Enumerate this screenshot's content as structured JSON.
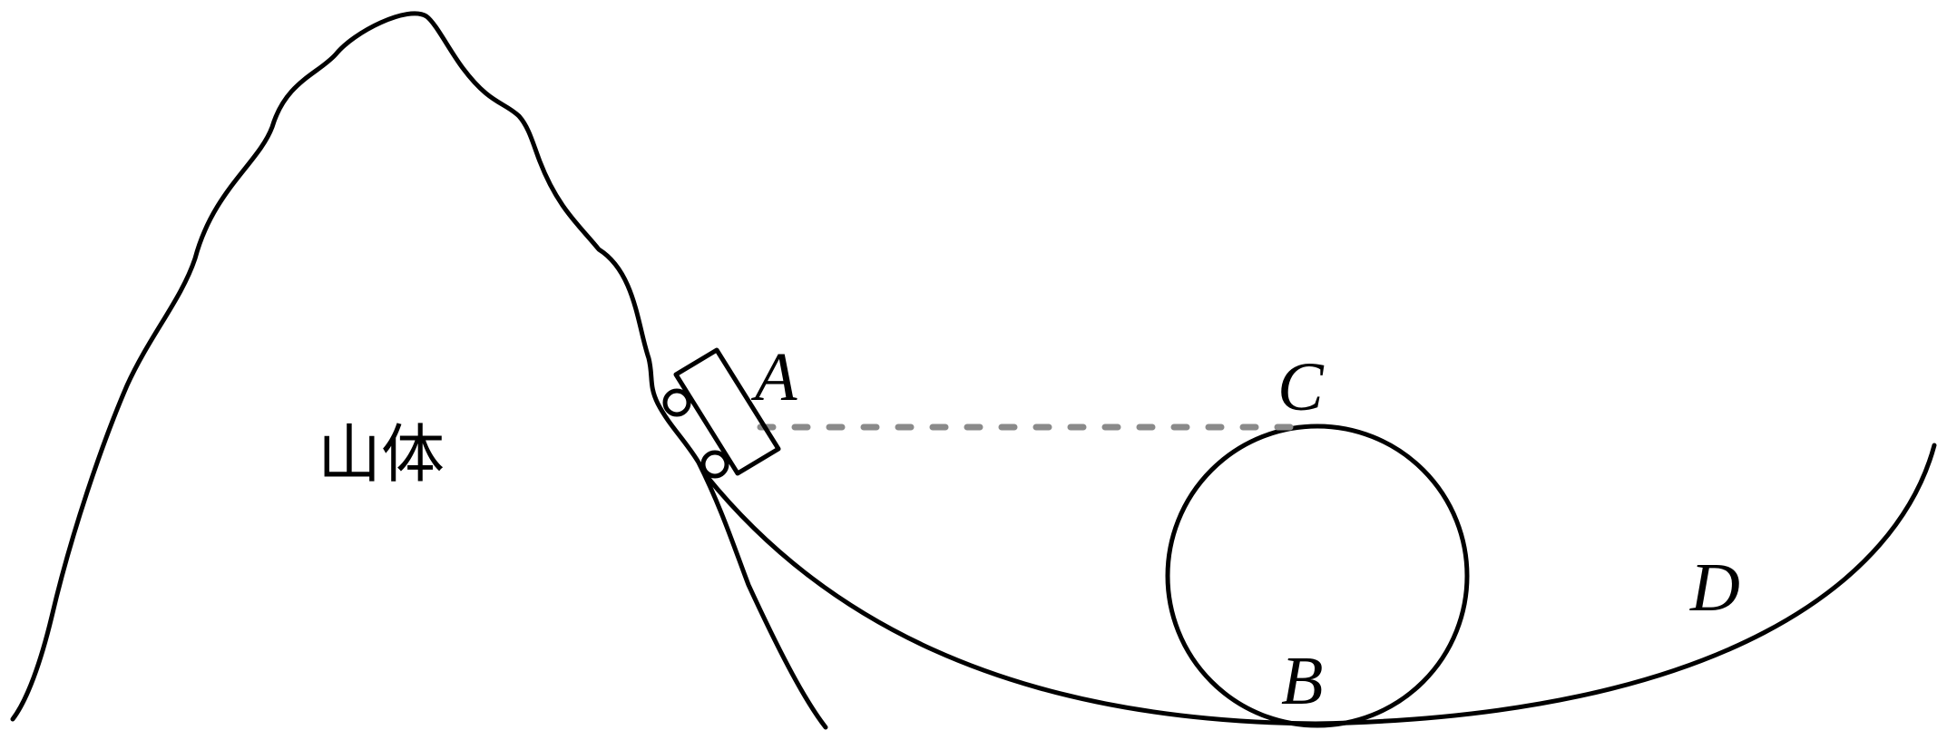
{
  "labels": {
    "mountain": "山体",
    "point_a": "A",
    "point_b": "B",
    "point_c": "C",
    "point_d": "D"
  },
  "colors": {
    "stroke": "#000000",
    "dashed_line": "#8a8a8a",
    "background": "#ffffff"
  }
}
